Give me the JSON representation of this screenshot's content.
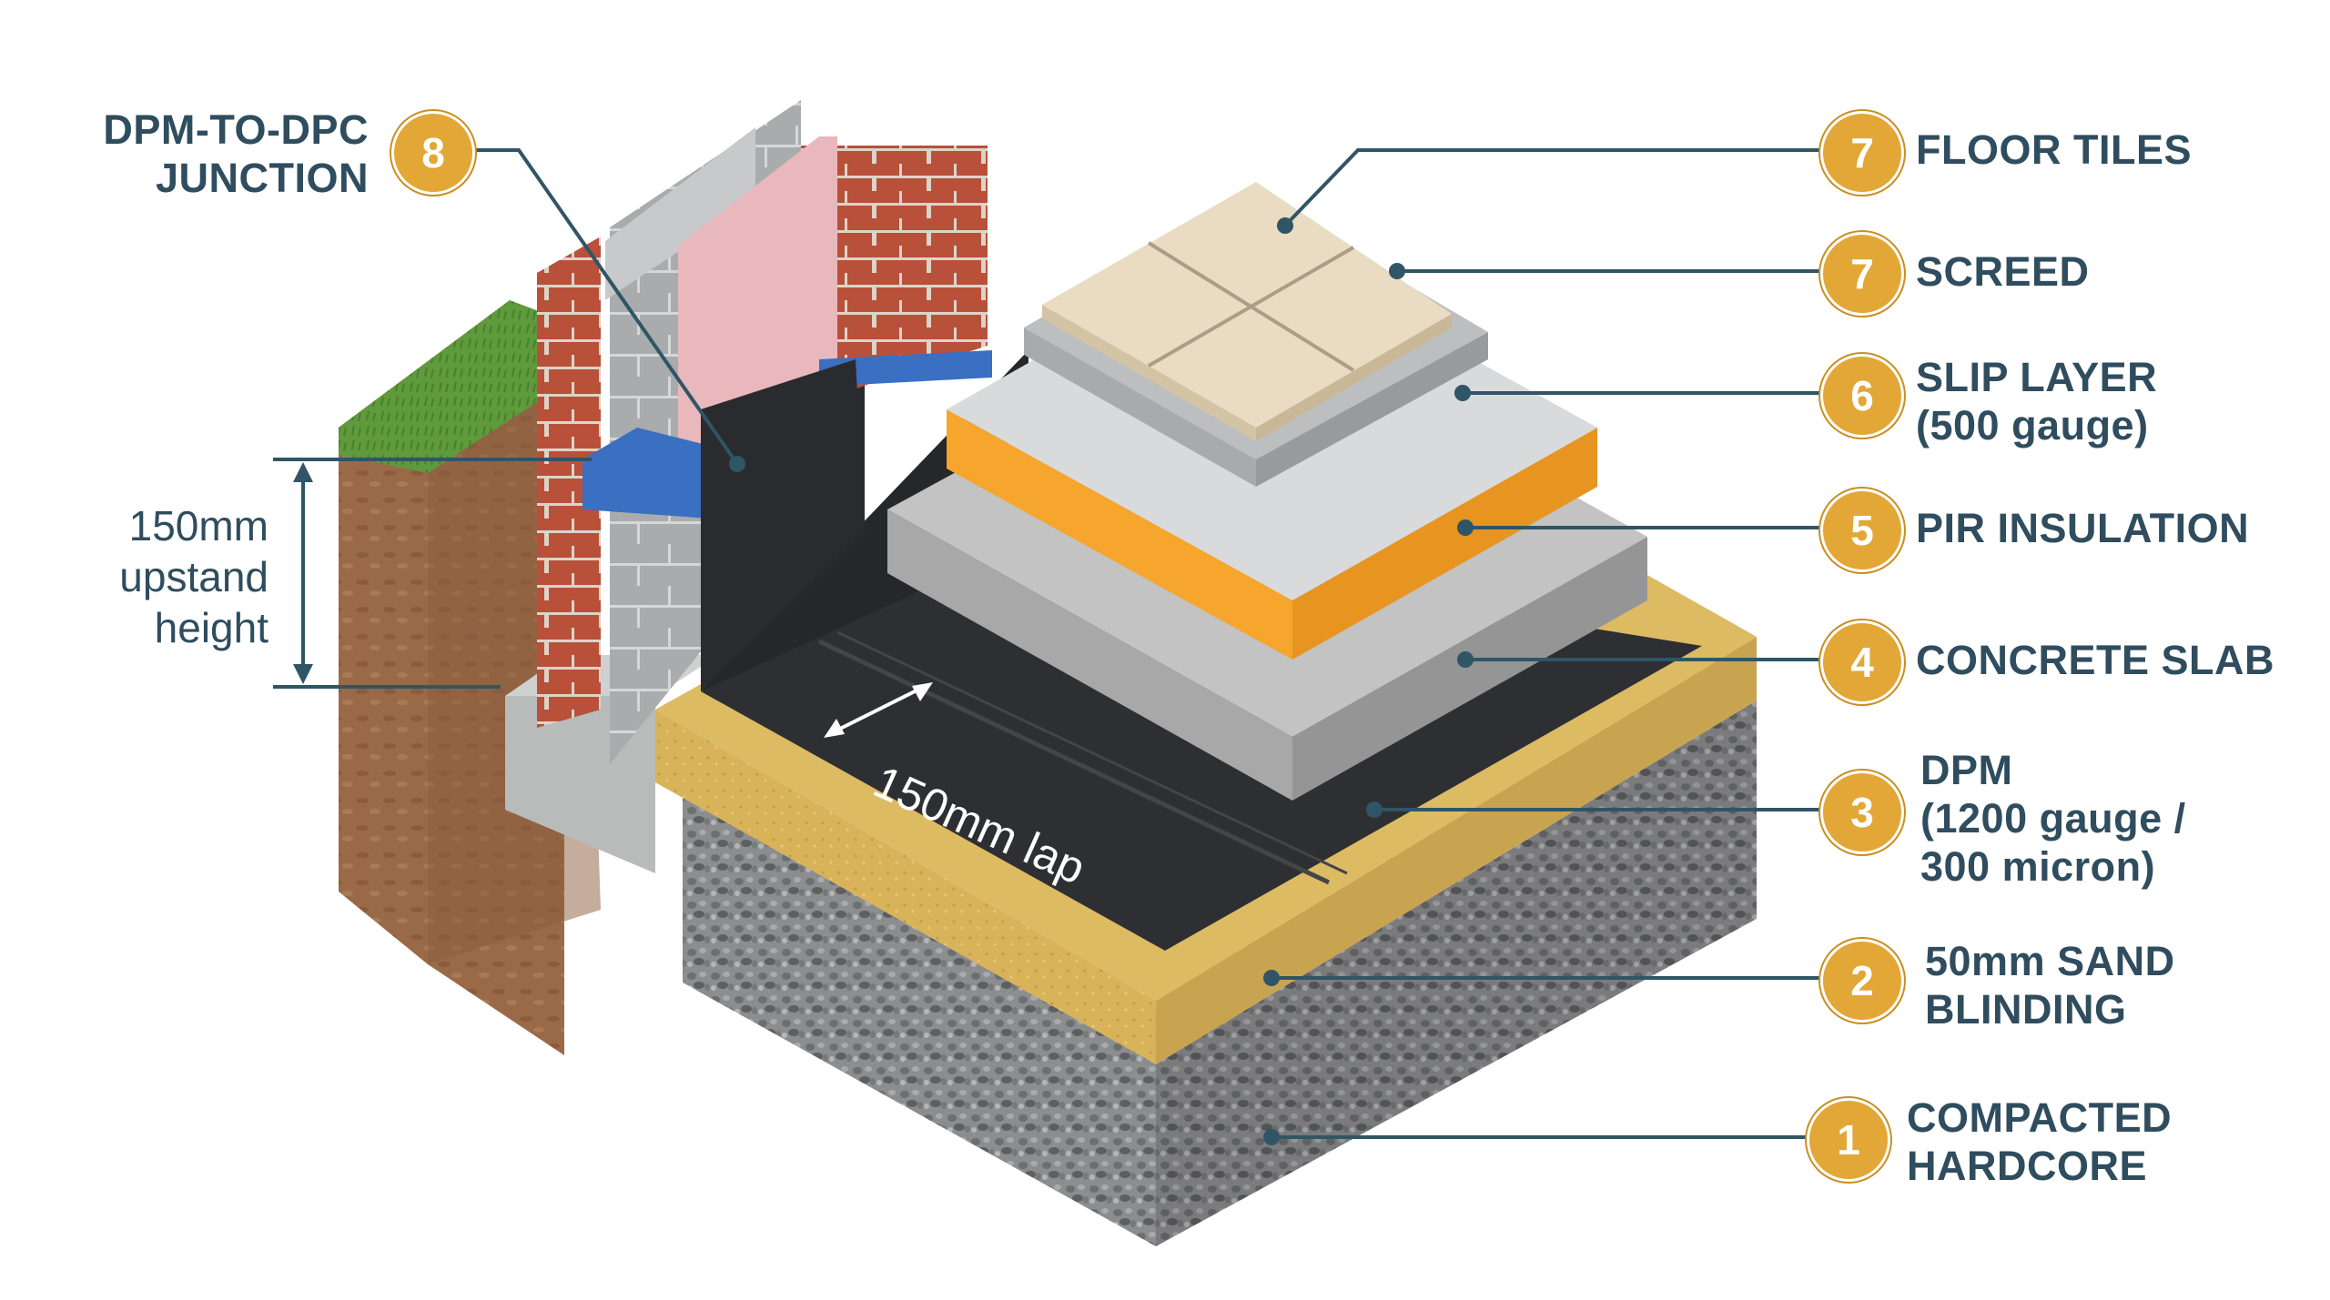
{
  "colors": {
    "badge": "#e2a737",
    "text": "#2f4d5e",
    "leader": "#2f5566",
    "dpm": "#2e2f33",
    "insulation": "#f6a52d",
    "sand": "#d9b65a",
    "concrete": "#b3b4b2",
    "brick": "#b8503a",
    "grass": "#5f9a3c",
    "soil": "#9a6a48",
    "hardcore": "#8e8f90",
    "tile": "#e9dcc2",
    "dpc": "#3a6fc2"
  },
  "callouts": [
    {
      "id": "floor-tiles",
      "number": "7",
      "lines": [
        "FLOOR TILES"
      ]
    },
    {
      "id": "screed",
      "number": "7",
      "lines": [
        "SCREED"
      ]
    },
    {
      "id": "slip-layer",
      "number": "6",
      "lines": [
        "SLIP LAYER",
        "(500 gauge)"
      ]
    },
    {
      "id": "pir-insulation",
      "number": "5",
      "lines": [
        "PIR INSULATION"
      ]
    },
    {
      "id": "concrete-slab",
      "number": "4",
      "lines": [
        "CONCRETE SLAB"
      ]
    },
    {
      "id": "dpm",
      "number": "3",
      "lines": [
        "DPM",
        "(1200 gauge /",
        "300 micron)"
      ]
    },
    {
      "id": "sand-blinding",
      "number": "2",
      "lines": [
        "50mm SAND",
        "BLINDING"
      ]
    },
    {
      "id": "compacted-hardcore",
      "number": "1",
      "lines": [
        "COMPACTED",
        "HARDCORE"
      ]
    },
    {
      "id": "dpm-to-dpc-junction",
      "number": "8",
      "lines": [
        "DPM-TO-DPC",
        "JUNCTION"
      ]
    }
  ],
  "dimensions": {
    "upstand": {
      "lines": [
        "150mm",
        "upstand",
        "height"
      ]
    },
    "lap": {
      "text": "150mm lap"
    }
  }
}
